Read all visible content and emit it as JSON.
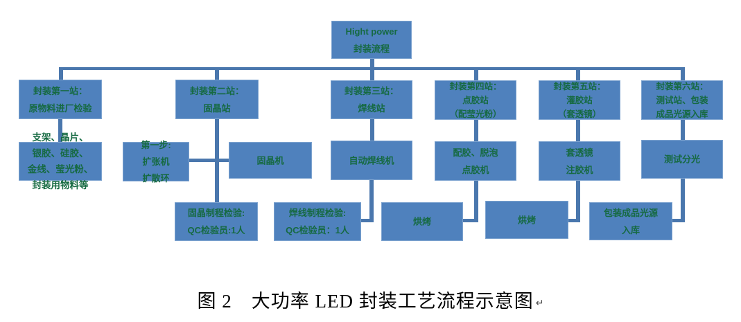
{
  "palette": {
    "box_fill": "#4f81bd",
    "box_border": "#7da3cf",
    "box_text_green": "#166a42",
    "connector_blue": "#4a77ad",
    "caption_color": "#000000"
  },
  "nodes": {
    "top": {
      "text": "Hight power\n封装流程"
    },
    "s1": {
      "text": "封装第一站：\n原物料进厂检验"
    },
    "s2": {
      "text": "封装第二站：\n固晶站"
    },
    "s3": {
      "text": "封装第三站：\n焊线站"
    },
    "s4": {
      "text": "封装第四站：\n点胶站\n（配莹光粉）"
    },
    "s5": {
      "text": "封装第五站：\n灌胶站\n（套透镜）"
    },
    "s6": {
      "text": "封装第六站：\n测试站、包装\n成品光源入库"
    },
    "m1": {
      "text": "支架、晶片、\n银胶、硅胶、\n金线、莹光粉、\n封装用物料等"
    },
    "m2a": {
      "text": "第一步:\n扩张机\n扩散环"
    },
    "m2b": {
      "text": "固晶机"
    },
    "m3": {
      "text": "自动焊线机"
    },
    "m4": {
      "text": "配胶、脱泡\n点胶机"
    },
    "m5": {
      "text": "套透镜\n注胶机"
    },
    "m6": {
      "text": "测试分光"
    },
    "q2": {
      "text": "固晶制程检验:\nQC检验员:1人"
    },
    "q3": {
      "text": "焊线制程检验:\nQC检验员：1人"
    },
    "b1": {
      "text": "烘烤"
    },
    "b2": {
      "text": "烘烤"
    },
    "q6": {
      "text": "包装成品光源\n入库"
    }
  },
  "caption": {
    "text": "图 2　大功率 LED 封装工艺流程示意图",
    "mark": "↵"
  }
}
